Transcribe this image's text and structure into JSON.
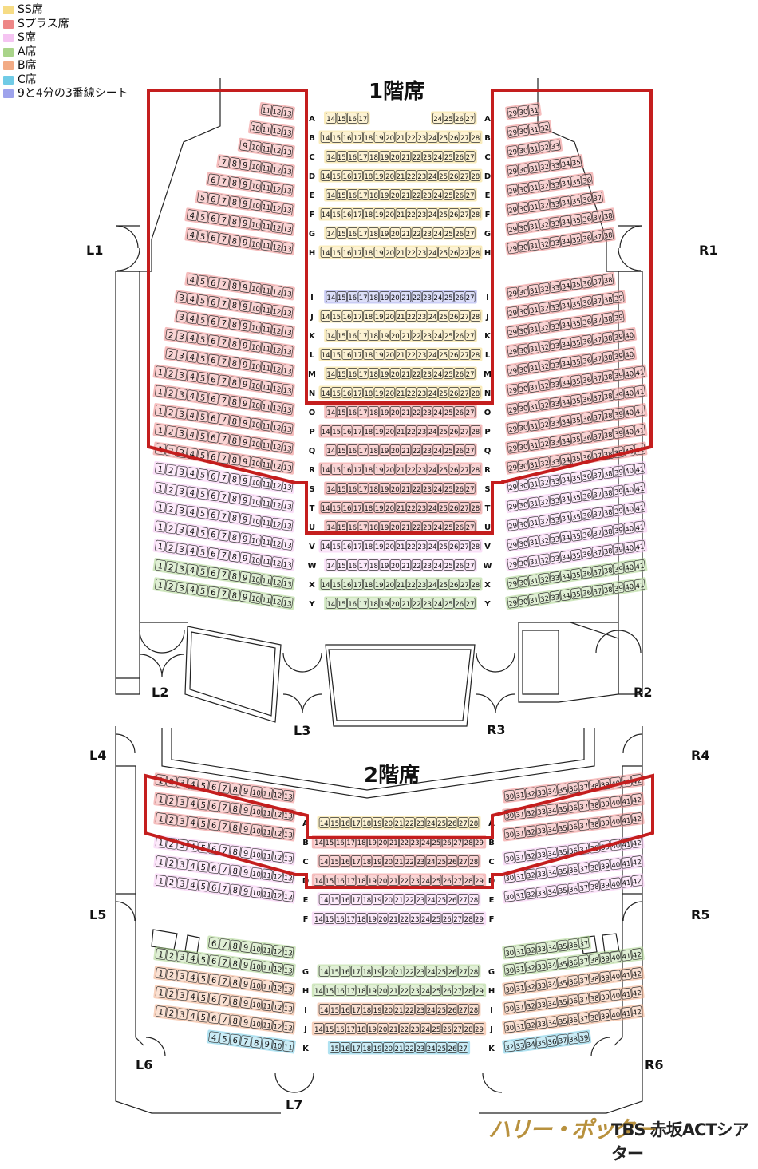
{
  "legend": [
    {
      "label": "SS席",
      "color": "#f6dc85"
    },
    {
      "label": "Sプラス席",
      "color": "#ee8787"
    },
    {
      "label": "S席",
      "color": "#f5c4f2"
    },
    {
      "label": "A席",
      "color": "#a9d48a"
    },
    {
      "label": "B席",
      "color": "#f2ab85"
    },
    {
      "label": "C席",
      "color": "#70cbe6"
    },
    {
      "label": "9と4分の3番線シート",
      "color": "#9ea3ec"
    }
  ],
  "floors": {
    "f1": "1階席",
    "f2": "2階席"
  },
  "doors": [
    "L1",
    "R1",
    "L2",
    "R2",
    "L3",
    "R3",
    "L4",
    "R4",
    "L5",
    "R5",
    "L6",
    "R6",
    "L7"
  ],
  "logo": {
    "show": "ハリー・ポッター",
    "venue": "TBS 赤坂ACTシアター"
  },
  "floor1": {
    "left_blocks": [
      {
        "row": "A",
        "seats": "11-13",
        "tier": "sp"
      },
      {
        "row": "B",
        "seats": "10-13",
        "tier": "sp"
      },
      {
        "row": "C",
        "seats": "9-13",
        "tier": "sp"
      },
      {
        "row": "D",
        "seats": "7-13",
        "tier": "sp"
      },
      {
        "row": "E",
        "seats": "6-13",
        "tier": "sp"
      },
      {
        "row": "F",
        "seats": "5-13",
        "tier": "sp"
      },
      {
        "row": "G",
        "seats": "4-13",
        "tier": "sp"
      },
      {
        "row": "H",
        "seats": "4-13",
        "tier": "sp"
      },
      {
        "row": "I",
        "seats": "4-13",
        "tier": "sp"
      },
      {
        "row": "J",
        "seats": "3-13",
        "tier": "sp"
      },
      {
        "row": "K",
        "seats": "3-13",
        "tier": "sp"
      },
      {
        "row": "L",
        "seats": "2-13",
        "tier": "sp"
      },
      {
        "row": "M",
        "seats": "2-13",
        "tier": "sp"
      },
      {
        "row": "N",
        "seats": "1-13",
        "tier": "sp"
      },
      {
        "row": "O",
        "seats": "1-13",
        "tier": "sp"
      },
      {
        "row": "P",
        "seats": "1-13",
        "tier": "sp"
      },
      {
        "row": "Q",
        "seats": "1-13",
        "tier": "sp"
      },
      {
        "row": "R",
        "seats": "1-13",
        "tier": "sp"
      },
      {
        "row": "S",
        "seats": "1-13",
        "tier": "s"
      },
      {
        "row": "T",
        "seats": "1-13",
        "tier": "s"
      },
      {
        "row": "U",
        "seats": "1-13",
        "tier": "s"
      },
      {
        "row": "V",
        "seats": "1-13",
        "tier": "s"
      },
      {
        "row": "W",
        "seats": "1-13",
        "tier": "s"
      },
      {
        "row": "X",
        "seats": "1-13",
        "tier": "a"
      },
      {
        "row": "Y",
        "seats": "1-13",
        "tier": "a"
      }
    ],
    "center_rows": [
      {
        "row": "A",
        "seats": "14-17 24-27",
        "tier": "ss"
      },
      {
        "row": "B",
        "seats": "14-28",
        "tier": "ss"
      },
      {
        "row": "C",
        "seats": "14-27",
        "tier": "ss"
      },
      {
        "row": "D",
        "seats": "14-28",
        "tier": "ss"
      },
      {
        "row": "E",
        "seats": "14-27",
        "tier": "ss"
      },
      {
        "row": "F",
        "seats": "14-28",
        "tier": "ss"
      },
      {
        "row": "G",
        "seats": "14-27",
        "tier": "ss"
      },
      {
        "row": "H",
        "seats": "14-28",
        "tier": "ss"
      },
      {
        "row": "I",
        "seats": "14-27",
        "tier": "pf"
      },
      {
        "row": "J",
        "seats": "14-28",
        "tier": "ss"
      },
      {
        "row": "K",
        "seats": "14-27",
        "tier": "ss"
      },
      {
        "row": "L",
        "seats": "14-28",
        "tier": "ss"
      },
      {
        "row": "M",
        "seats": "14-27",
        "tier": "ss"
      },
      {
        "row": "N",
        "seats": "14-28",
        "tier": "ss"
      },
      {
        "row": "O",
        "seats": "14-27",
        "tier": "sp"
      },
      {
        "row": "P",
        "seats": "14-28",
        "tier": "sp"
      },
      {
        "row": "Q",
        "seats": "14-27",
        "tier": "sp"
      },
      {
        "row": "R",
        "seats": "14-28",
        "tier": "sp"
      },
      {
        "row": "S",
        "seats": "14-27",
        "tier": "sp"
      },
      {
        "row": "T",
        "seats": "14-28",
        "tier": "sp"
      },
      {
        "row": "U",
        "seats": "14-27",
        "tier": "sp"
      },
      {
        "row": "V",
        "seats": "14-28",
        "tier": "s"
      },
      {
        "row": "W",
        "seats": "14-27",
        "tier": "s"
      },
      {
        "row": "X",
        "seats": "14-28",
        "tier": "a"
      },
      {
        "row": "Y",
        "seats": "14-27",
        "tier": "a"
      }
    ],
    "right_blocks": [
      {
        "row": "A",
        "seats": "29-31",
        "tier": "sp"
      },
      {
        "row": "B",
        "seats": "29-32",
        "tier": "sp"
      },
      {
        "row": "C",
        "seats": "29-33",
        "tier": "sp"
      },
      {
        "row": "D",
        "seats": "29-35",
        "tier": "sp"
      },
      {
        "row": "E",
        "seats": "29-36",
        "tier": "sp"
      },
      {
        "row": "F",
        "seats": "29-37",
        "tier": "sp"
      },
      {
        "row": "G",
        "seats": "29-38",
        "tier": "sp"
      },
      {
        "row": "H",
        "seats": "29-38",
        "tier": "sp"
      },
      {
        "row": "I",
        "seats": "29-38",
        "tier": "sp"
      },
      {
        "row": "J",
        "seats": "29-39",
        "tier": "sp"
      },
      {
        "row": "K",
        "seats": "29-39",
        "tier": "sp"
      },
      {
        "row": "L",
        "seats": "29-40",
        "tier": "sp"
      },
      {
        "row": "M",
        "seats": "29-40",
        "tier": "sp"
      },
      {
        "row": "N",
        "seats": "29-41",
        "tier": "sp"
      },
      {
        "row": "O",
        "seats": "29-41",
        "tier": "sp"
      },
      {
        "row": "P",
        "seats": "29-41",
        "tier": "sp"
      },
      {
        "row": "Q",
        "seats": "29-41",
        "tier": "sp"
      },
      {
        "row": "R",
        "seats": "29-41",
        "tier": "sp"
      },
      {
        "row": "S",
        "seats": "29-41",
        "tier": "s"
      },
      {
        "row": "T",
        "seats": "29-41",
        "tier": "s"
      },
      {
        "row": "U",
        "seats": "29-41",
        "tier": "s"
      },
      {
        "row": "V",
        "seats": "29-41",
        "tier": "s"
      },
      {
        "row": "W",
        "seats": "29-41",
        "tier": "s"
      },
      {
        "row": "X",
        "seats": "29-41",
        "tier": "a"
      },
      {
        "row": "Y",
        "seats": "29-41",
        "tier": "a"
      }
    ]
  },
  "floor2": {
    "left_blocks": [
      {
        "row": "A",
        "seats": "1-13",
        "tier": "sp"
      },
      {
        "row": "B",
        "seats": "1-13",
        "tier": "sp"
      },
      {
        "row": "C",
        "seats": "1-13",
        "tier": "sp"
      },
      {
        "row": "D",
        "seats": "1-13",
        "tier": "s"
      },
      {
        "row": "E",
        "seats": "1-13",
        "tier": "s"
      },
      {
        "row": "F",
        "seats": "1-13",
        "tier": "s"
      },
      {
        "row": "G",
        "seats": "6-13",
        "tier": "a"
      },
      {
        "row": "H",
        "seats": "1-13",
        "tier": "a"
      },
      {
        "row": "I",
        "seats": "1-13",
        "tier": "b"
      },
      {
        "row": "J",
        "seats": "1-13",
        "tier": "b"
      },
      {
        "row": "K",
        "seats": "1-13",
        "tier": "b"
      },
      {
        "row": "L",
        "seats": "4-11",
        "tier": "c"
      }
    ],
    "center_rows": [
      {
        "row": "A",
        "seats": "14-28",
        "tier": "ss"
      },
      {
        "row": "B",
        "seats": "14-29",
        "tier": "sp"
      },
      {
        "row": "C",
        "seats": "14-28",
        "tier": "sp"
      },
      {
        "row": "D",
        "seats": "14-29",
        "tier": "sp"
      },
      {
        "row": "E",
        "seats": "14-28",
        "tier": "s"
      },
      {
        "row": "F",
        "seats": "14-29",
        "tier": "s"
      },
      {
        "row": "G",
        "seats": "14-28",
        "tier": "a"
      },
      {
        "row": "H",
        "seats": "14-29",
        "tier": "a"
      },
      {
        "row": "I",
        "seats": "14-28",
        "tier": "b"
      },
      {
        "row": "J",
        "seats": "14-29",
        "tier": "b"
      },
      {
        "row": "K",
        "seats": "15-27",
        "tier": "c"
      }
    ],
    "right_blocks": [
      {
        "row": "A",
        "seats": "30-42",
        "tier": "sp"
      },
      {
        "row": "B",
        "seats": "30-42",
        "tier": "sp"
      },
      {
        "row": "C",
        "seats": "30-42",
        "tier": "sp"
      },
      {
        "row": "D",
        "seats": "30-42",
        "tier": "s"
      },
      {
        "row": "E",
        "seats": "30-42",
        "tier": "s"
      },
      {
        "row": "F",
        "seats": "30-42",
        "tier": "s"
      },
      {
        "row": "G",
        "seats": "30-37",
        "tier": "a"
      },
      {
        "row": "H",
        "seats": "30-42",
        "tier": "a"
      },
      {
        "row": "I",
        "seats": "30-42",
        "tier": "b"
      },
      {
        "row": "J",
        "seats": "30-42",
        "tier": "b"
      },
      {
        "row": "K",
        "seats": "30-42",
        "tier": "b"
      },
      {
        "row": "L",
        "seats": "32-39",
        "tier": "c"
      }
    ]
  }
}
